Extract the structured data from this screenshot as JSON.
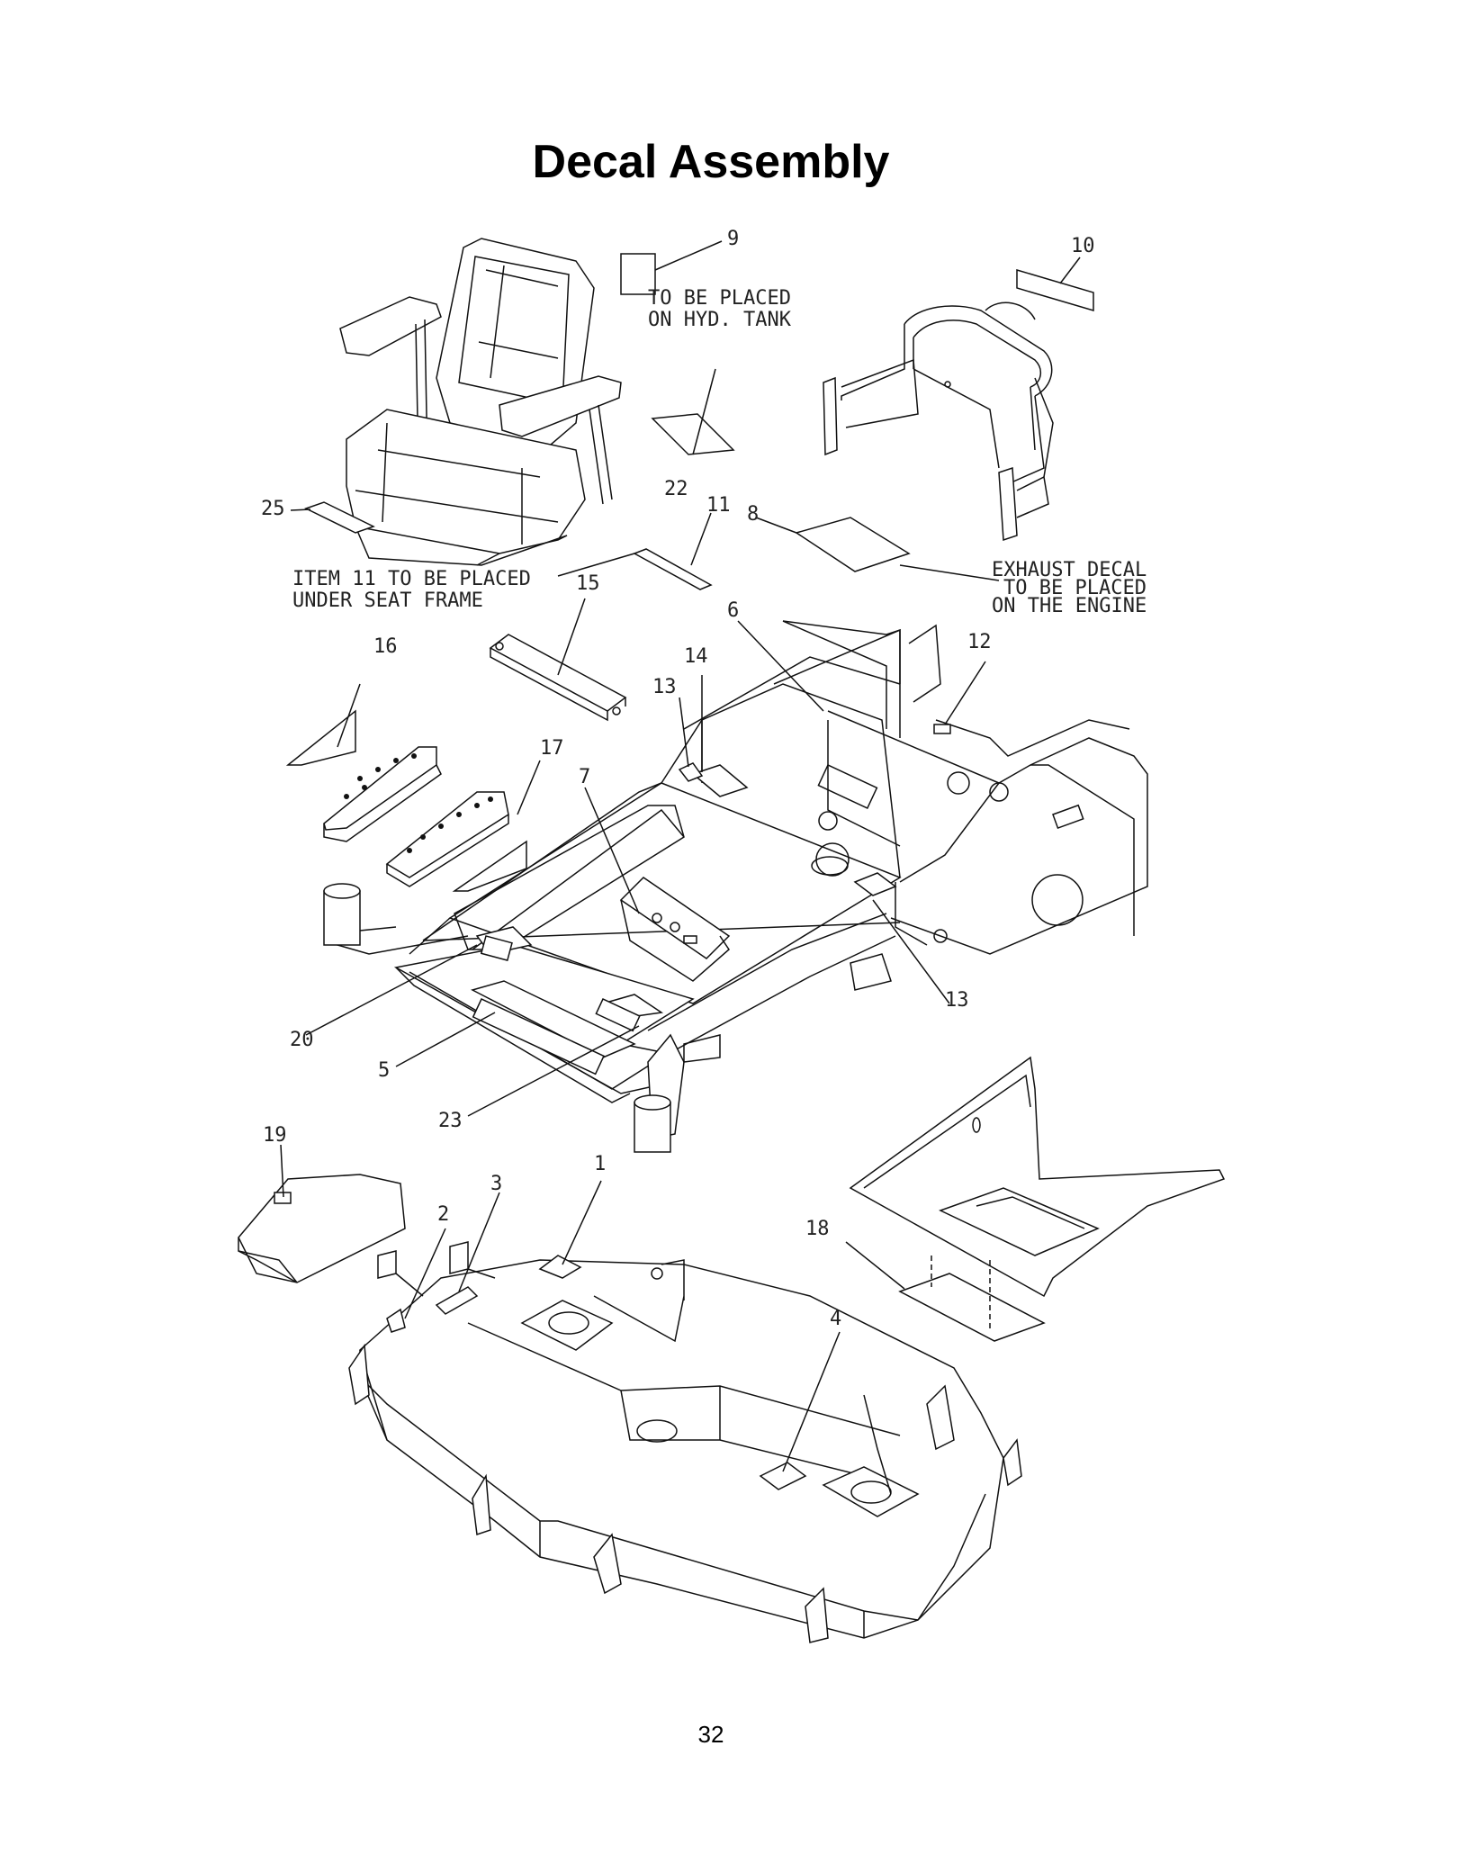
{
  "title": "Decal Assembly",
  "page_number": "32",
  "notes": {
    "hyd_tank_line1": "TO BE PLACED",
    "hyd_tank_line2": "ON HYD. TANK",
    "item11_line1": "ITEM 11 TO BE PLACED",
    "item11_line2": "UNDER SEAT FRAME",
    "exhaust_line1": "EXHAUST DECAL",
    "exhaust_line2": "TO BE PLACED",
    "exhaust_line3": "ON THE ENGINE"
  },
  "callouts": [
    "1",
    "2",
    "3",
    "4",
    "5",
    "6",
    "7",
    "8",
    "9",
    "10",
    "11",
    "12",
    "13",
    "13",
    "14",
    "15",
    "16",
    "17",
    "18",
    "19",
    "20",
    "22",
    "23",
    "25"
  ]
}
